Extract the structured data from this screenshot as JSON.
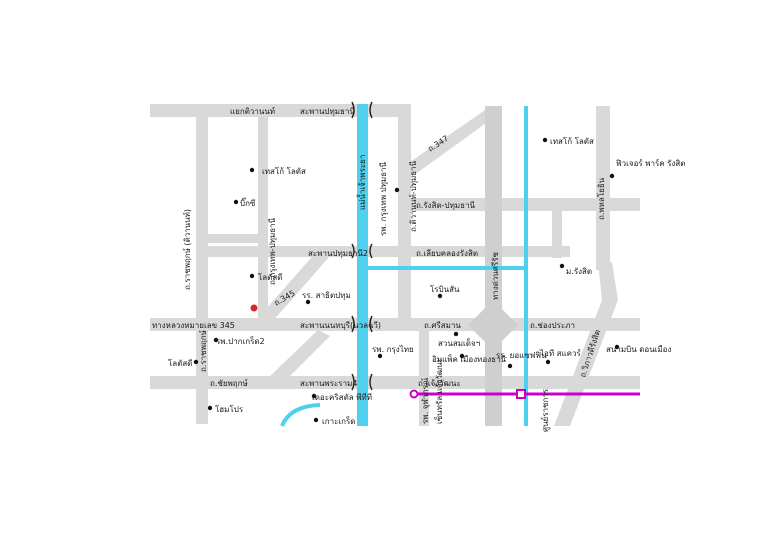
{
  "map": {
    "labels": {
      "rd_ngamwongwan": "แยกติวานนท์",
      "br_pathumthani_top": "สะพานปทุมธานี",
      "tesco_top_left": "เทสโก้ โลตัส",
      "bigc": "บิ๊กซี",
      "rd_bangkok_pathum": "ถ.กรุงเทพ-ปทุมธานี",
      "rd_rajpruk_vertical": "ถ.ราชพฤกษ์ (ติวานนท์)",
      "lotus_left": "โลตัสดี",
      "rd_345_diag": "ถ.345",
      "sch_satit": "รร. สาธิตปทุม",
      "rd_345_main": "ทางหลวงหมายเลข 345",
      "br_pathum2": "สะพานปทุมธานี2",
      "br_nonthaburi": "สะพานนนทบุรี(นวลฉวี)",
      "br_phraram4": "สะพานพระราม4",
      "river_name": "แม่น้ำเจ้าพระยา",
      "hosp_pakkret2": "รพ.ปากเกร็ด2",
      "rd_rajpruk_lower": "ถ.ราชพฤกษ์",
      "lotus_lower_left": "โลตัสดี",
      "rd_chaiyapruk": "ถ.ชัยพฤกษ์",
      "home_pro": "โฮมโปร",
      "central_westgate": "เดอะคริสตัล พีทีที",
      "koh_kret": "เกาะเกร็ด",
      "rd_347": "ถ.347",
      "rd_rangsit_pathum": "ถ.รังสิต-ปทุมธานี",
      "rd_liab_khlong": "ถ.เลียบคลองรังสิต",
      "rd_tiwanon_right": "ถ.ติวานนท์-ปทุมธานี",
      "hosp_krungthep": "รพ. กรุงเทพ ปทุมธานี",
      "robinson": "โรบินสัน",
      "rd_srisaman": "ถ.ศรีสมาน",
      "suan_sombat": "สวนสมเด็จฯ",
      "hosp_krungthai": "รพ. กรุงไทย",
      "impact": "อิมแพ็ค เมืองทองธานี",
      "rd_chaengwattana": "ถ.แจ้งวัฒนะ",
      "hwy_vibhavadi": "ทางด่วนศรีรัช",
      "sch_jesus": "รร. ยอแซฟฟิน",
      "tesco_right": "เทสโก้ โลตัส",
      "future_park": "ฟิวเจอร์ พาร์ค รังสิต",
      "rd_phaholyothin": "ถ.พหลโยธิน",
      "m_rangsit": "ม.รังสิต",
      "rd_songprapa": "ถ.ช่องประภา",
      "it_square": "ไอที สแควร์",
      "stadium": "สนามบิน ดอนเมือง",
      "rd_vibhavadi": "ถ.วิภาวดีรังสิต",
      "hosp_chulabhorn": "รพ. จุฬาภรณ์",
      "central_chaeng": "เซ็นทรัล แจ้งวัฒนะ",
      "gov_center": "ศูนย์ราชการ"
    },
    "colors": {
      "river": "#4fd0ee",
      "roads": "#d9d9d9",
      "rail": "#c800c8",
      "location_pin": "#d9242b"
    }
  }
}
